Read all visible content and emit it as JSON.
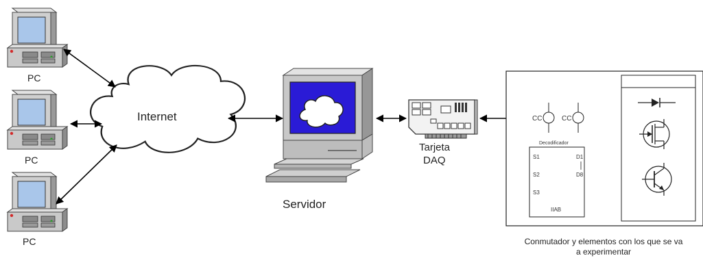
{
  "labels": {
    "pc1": "PC",
    "pc2": "PC",
    "pc3": "PC",
    "internet": "Internet",
    "server": "Servidor",
    "daq_line1": "Tarjeta",
    "daq_line2": "DAQ"
  },
  "switch_panel": {
    "cc_left": "CC",
    "cc_right": "CC",
    "decoder_label": "Decodificador",
    "pin_s1": "S1",
    "pin_s2": "S2",
    "pin_s3": "S3",
    "pin_d1": "D1",
    "pin_d8": "D8",
    "chip_label": "IIAB"
  },
  "caption": {
    "line1": "Conmutador y elementos con los que se va",
    "line2": "a experimentar"
  },
  "colors": {
    "screen_blue": "#2a1bd6",
    "pc_screen": "#a9c6ea",
    "case_gray": "#c9c9c9",
    "dark_gray": "#555555",
    "led_red": "#d22a2a"
  }
}
